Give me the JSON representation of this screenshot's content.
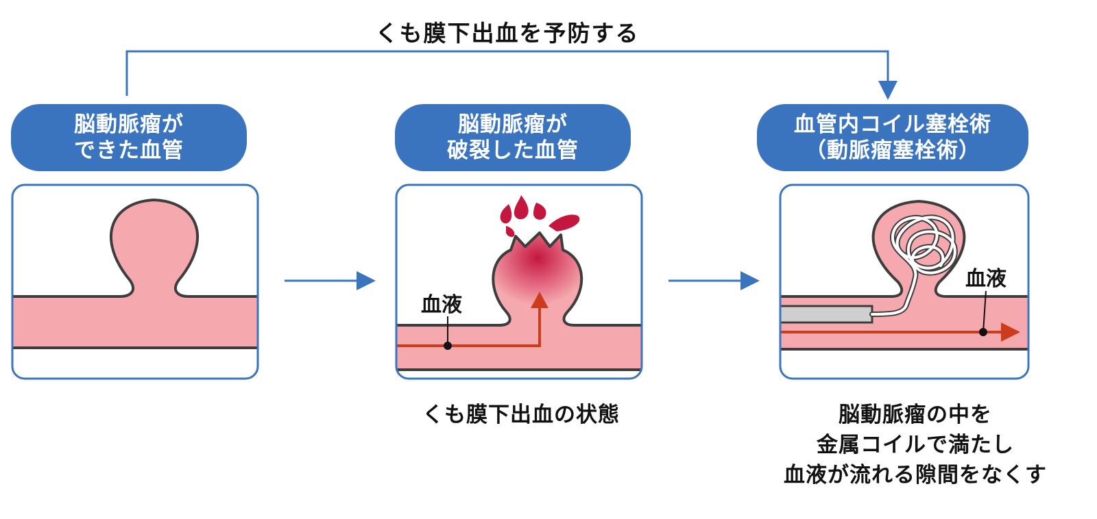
{
  "top_flow": {
    "label": "くも膜下出血を予防する"
  },
  "panels": [
    {
      "title_lines": [
        "脳動脈瘤が",
        "できた血管"
      ],
      "caption_lines": []
    },
    {
      "title_lines": [
        "脳動脈瘤が",
        "破裂した血管"
      ],
      "caption_lines": [
        "くも膜下出血の状態"
      ],
      "blood_label": "血液"
    },
    {
      "title_lines": [
        "血管内コイル塞栓術",
        "（動脈瘤塞栓術）"
      ],
      "caption_lines": [
        "脳動脈瘤の中を",
        "金属コイルで満たし",
        "血液が流れる隙間をなくす"
      ],
      "blood_label": "血液"
    }
  ],
  "colors": {
    "accent_blue": "#3a74bf",
    "vessel_pink": "#f5a9ae",
    "outline": "#3d3d3d",
    "blood_arrow": "#cc3b1a",
    "rupture_red": "#c4173f"
  }
}
